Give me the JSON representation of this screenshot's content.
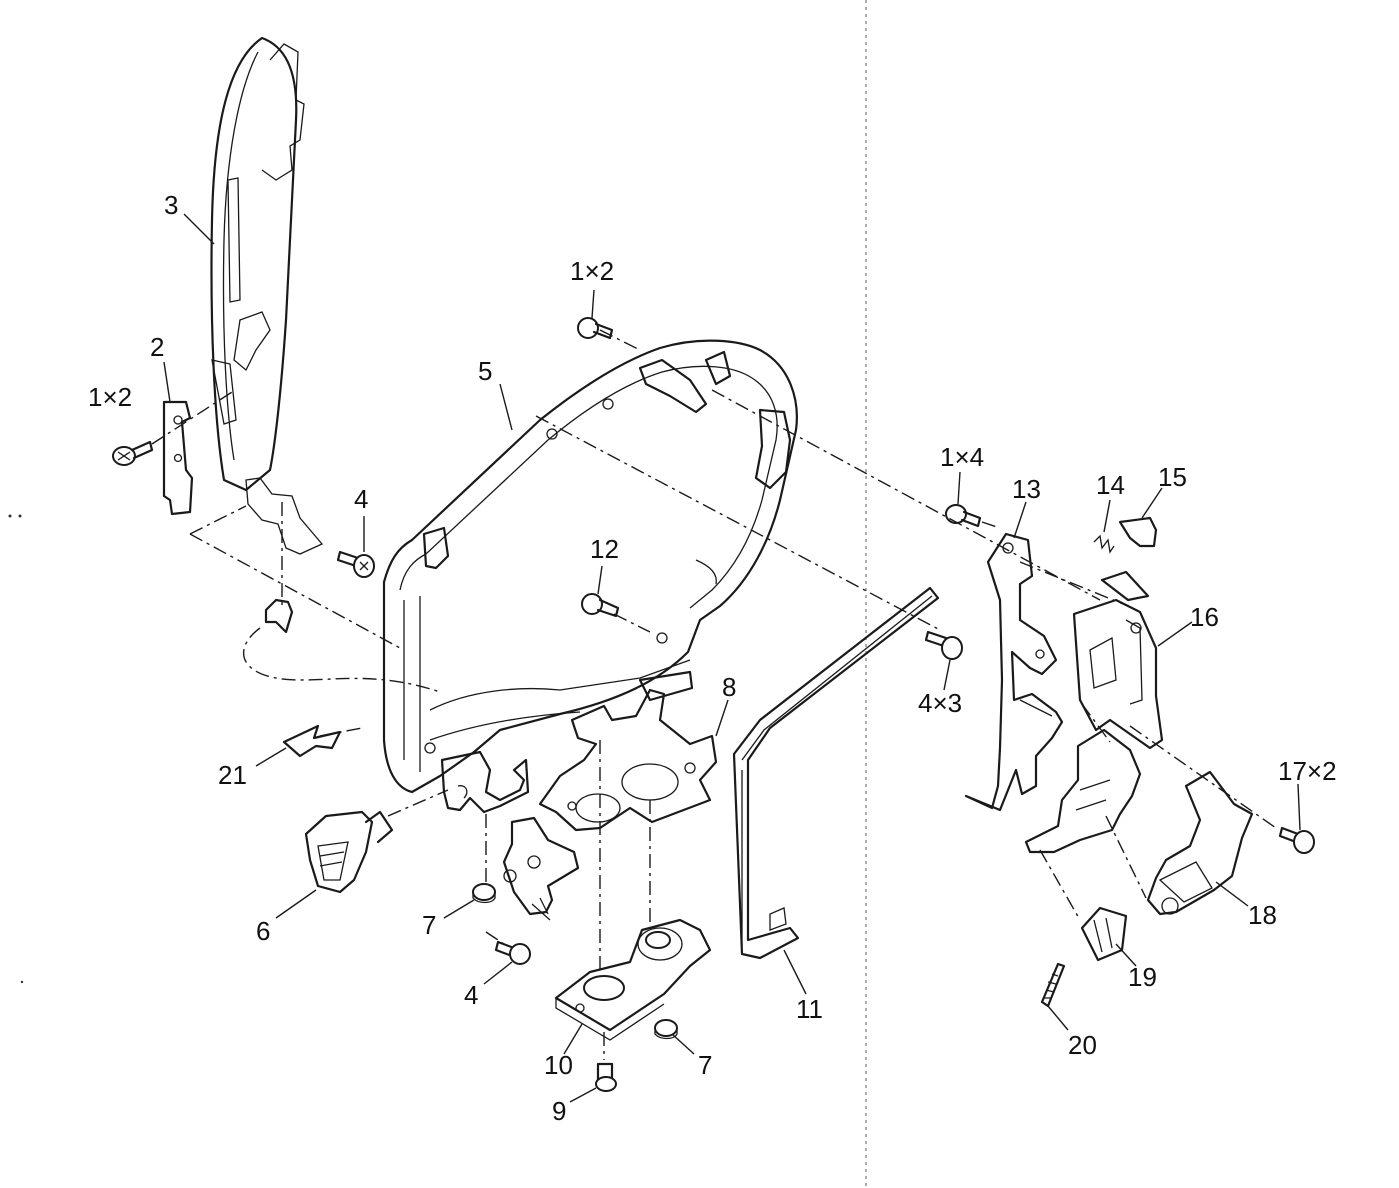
{
  "labels": {
    "l1": "1×2",
    "l2": "2",
    "l3": "3",
    "l1x2b": "1×2",
    "l4a": "4",
    "l5": "5",
    "l12": "12",
    "l1x4": "1×4",
    "l13": "13",
    "l14": "14",
    "l15": "15",
    "l16": "16",
    "l4x3": "4×3",
    "l8": "8",
    "l21": "21",
    "l6": "6",
    "l7a": "7",
    "l4b": "4",
    "l10": "10",
    "l9": "9",
    "l7b": "7",
    "l11": "11",
    "l17": "17×2",
    "l18": "18",
    "l19": "19",
    "l20": "20"
  }
}
